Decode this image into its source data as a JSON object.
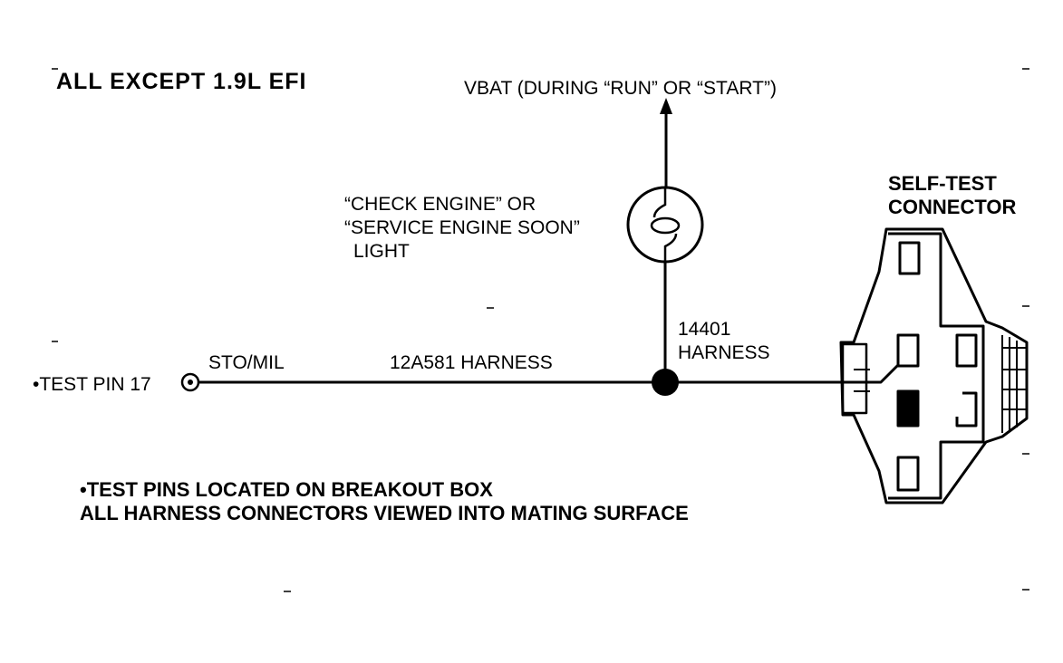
{
  "heading": "ALL EXCEPT 1.9L EFI",
  "vbat_label": "VBAT (DURING “RUN” OR “START”)",
  "lamp_label": {
    "line1": "“CHECK ENGINE” OR",
    "line2": "“SERVICE ENGINE SOON”",
    "line3": "LIGHT"
  },
  "connector_label": {
    "line1": "SELF-TEST",
    "line2": "CONNECTOR"
  },
  "harness_14401": {
    "line1": "14401",
    "line2": "HARNESS"
  },
  "wire_label": "STO/MIL",
  "harness_12a581": "12A581 HARNESS",
  "test_pin_label": "•TEST PIN 17",
  "footnotes": {
    "line1": "•TEST PINS LOCATED ON BREAKOUT BOX",
    "line2": "ALL HARNESS CONNECTORS VIEWED INTO MATING SURFACE"
  },
  "colors": {
    "ink": "#000000",
    "paper": "#ffffff"
  }
}
